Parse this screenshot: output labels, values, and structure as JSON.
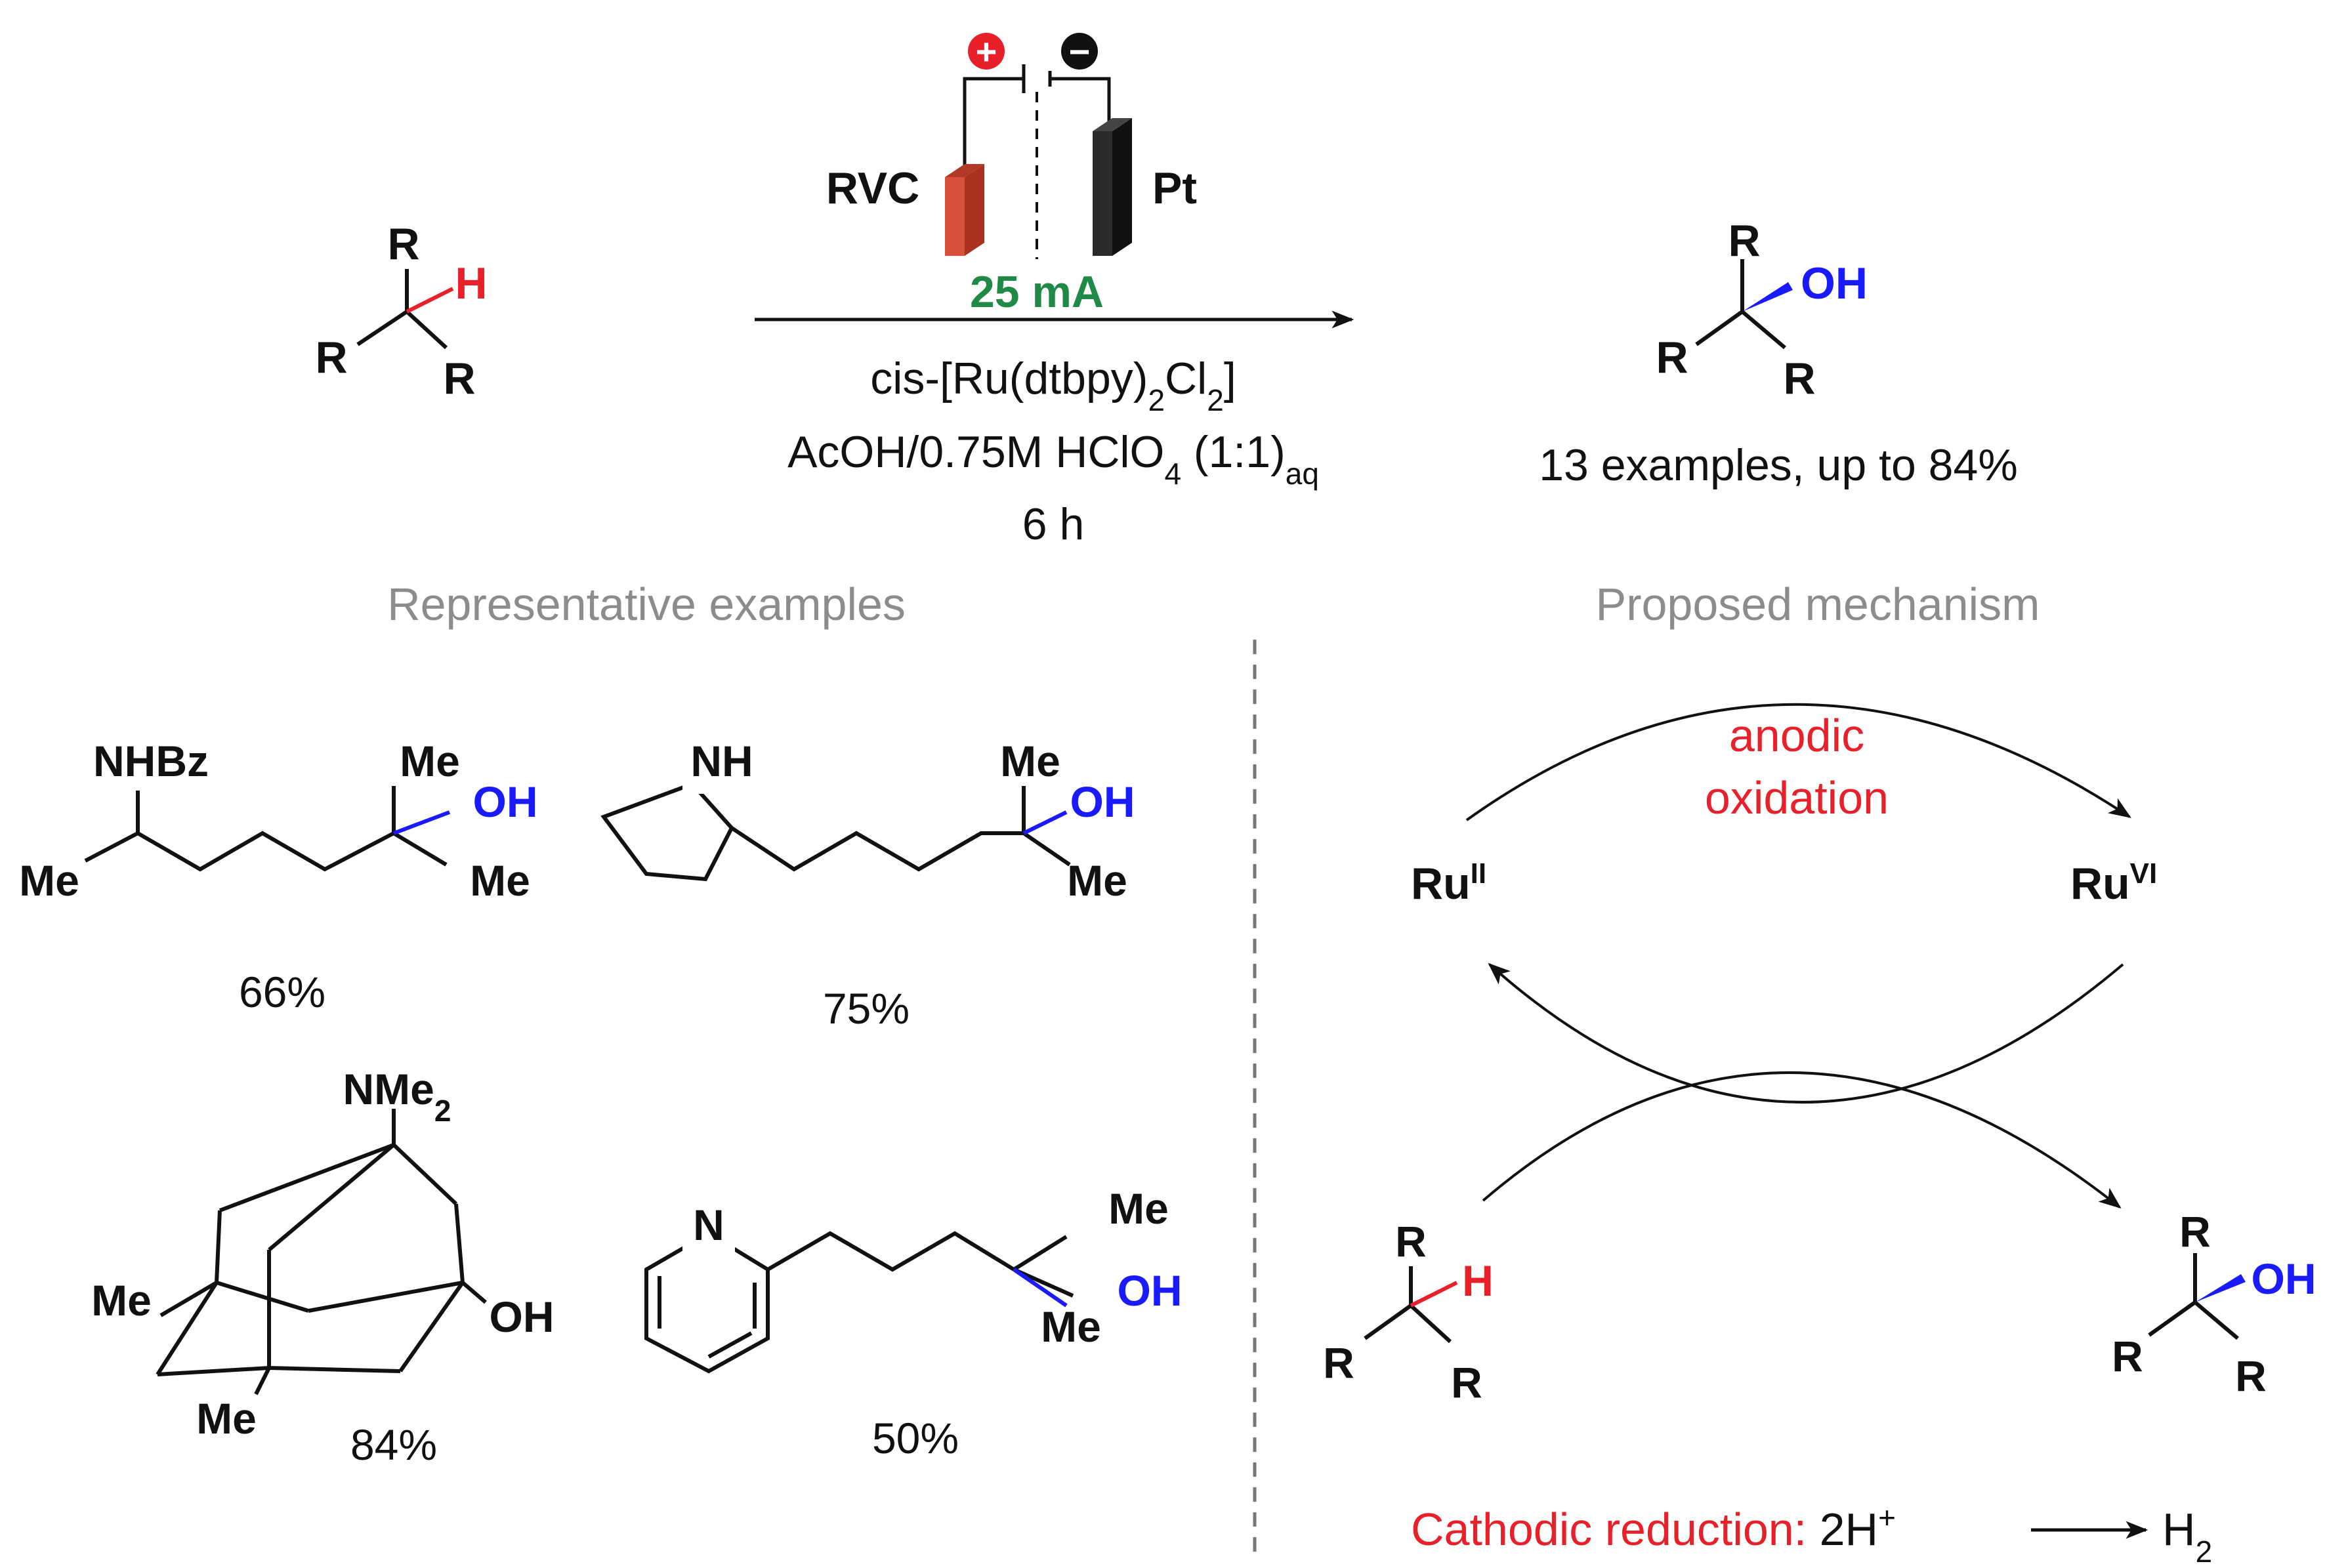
{
  "colors": {
    "black": "#111111",
    "red": "#e8202a",
    "blue": "#1a1aff",
    "green": "#1f8a45",
    "gray": "#8c8c8c",
    "anode": "#d9503a",
    "cathode": "#2b2b2b"
  },
  "setup": {
    "anode_sign": "+",
    "cathode_sign": "−",
    "anode_label": "RVC",
    "cathode_label": "Pt",
    "current": "25 mA"
  },
  "conditions": {
    "catalyst_pre": "cis-[Ru(dtbpy)",
    "catalyst_sub1": "2",
    "catalyst_mid": "Cl",
    "catalyst_sub2": "2",
    "catalyst_post": "]",
    "solvent_pre": "AcOH/0.75M HClO",
    "solvent_sub": "4",
    "solvent_ratio": " (1:1)",
    "solvent_aq": "aq",
    "time": "6 h"
  },
  "substrate": {
    "r": "R",
    "h": "H"
  },
  "product": {
    "r": "R",
    "oh": "OH",
    "summary": "13 examples, up to 84%"
  },
  "sections": {
    "examples": "Representative examples",
    "mechanism": "Proposed mechanism"
  },
  "examples": [
    {
      "amine": "NHBz",
      "me": "Me",
      "oh": "OH",
      "yield": "66%"
    },
    {
      "amine": "NH",
      "me": "Me",
      "oh": "OH",
      "yield": "75%"
    },
    {
      "amine_pre": "NMe",
      "amine_sub": "2",
      "me": "Me",
      "oh": "OH",
      "yield": "84%"
    },
    {
      "amine": "N",
      "me": "Me",
      "oh": "OH",
      "yield": "50%"
    }
  ],
  "mechanism": {
    "step": [
      "anodic",
      "oxidation"
    ],
    "ru_low": "Ru",
    "ru_low_sup": "II",
    "ru_high": "Ru",
    "ru_high_sup": "VI",
    "cathodic_label": "Cathodic reduction:",
    "cathodic_pre": " 2H",
    "cathodic_sup": "+",
    "h2": "H",
    "h2_sub": "2"
  }
}
